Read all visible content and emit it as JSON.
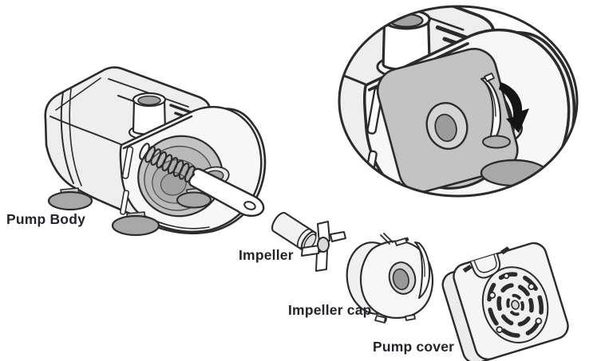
{
  "figure": {
    "type": "exploded-parts-diagram",
    "subject": "water pump disassembly illustration",
    "labels": {
      "pump_body": "Pump Body",
      "impeller": "Impeller",
      "impeller_cap": "Impeller cap",
      "pump_cover": "Pump cover"
    },
    "callout": {
      "shape": "ellipse",
      "shows": "magnified pump front with impeller cap installed",
      "arrow_meaning": "rotate cap downward to lock"
    },
    "colors": {
      "background": "#ffffff",
      "line": "#2b2b2b",
      "line_soft": "#4a4a4a",
      "body_fill": "#eeeeee",
      "face_white": "#f7f7f7",
      "panel_gray": "#c3c3c3",
      "interior_gray": "#b9b9b9",
      "deep_gray": "#a2a2a2",
      "foot_gray": "#a8a8a8",
      "stem_gray": "#c9c9c9",
      "ring_gray": "#d4d4d4",
      "hole_gray": "#9c9c9c",
      "arrow_black": "#141414",
      "label_text": "#26242a"
    }
  }
}
